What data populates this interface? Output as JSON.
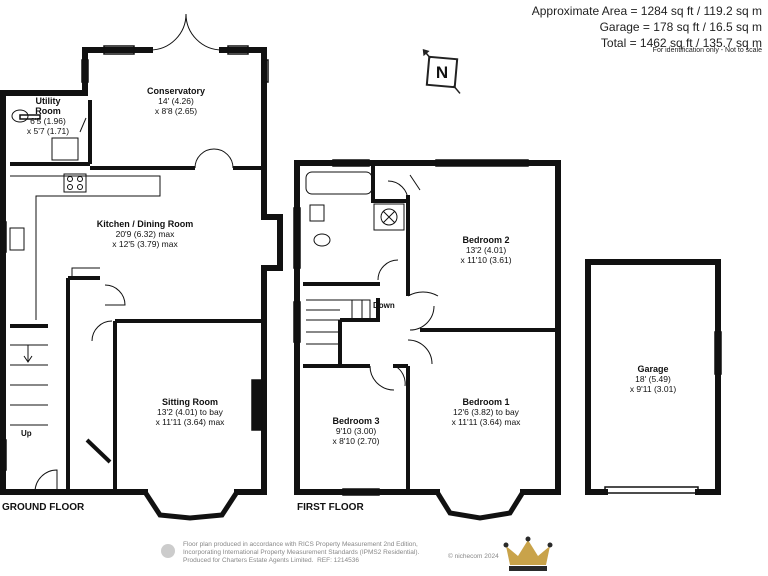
{
  "areas": {
    "approximate": "Approximate Area = 1284 sq ft / 119.2 sq m",
    "garage": "Garage = 178 sq ft / 16.5 sq m",
    "total": "Total = 1462 sq ft / 135.7 sq m",
    "note": "For identification only - Not to scale"
  },
  "compass": {
    "label": "N",
    "icon": "north-compass-icon"
  },
  "floors": {
    "ground": "GROUND FLOOR",
    "first": "FIRST FLOOR"
  },
  "rooms": {
    "utility": {
      "name1": "Utility",
      "name2": "Room",
      "dim1": "6'5 (1.96)",
      "dim2": "x 5'7 (1.71)"
    },
    "conservatory": {
      "name": "Conservatory",
      "dim1": "14' (4.26)",
      "dim2": "x 8'8 (2.65)"
    },
    "kitchen": {
      "name": "Kitchen / Dining Room",
      "dim1": "20'9 (6.32) max",
      "dim2": "x 12'5 (3.79) max"
    },
    "sitting": {
      "name": "Sitting Room",
      "dim1": "13'2 (4.01) to bay",
      "dim2": "x 11'11 (3.64) max"
    },
    "bedroom2": {
      "name": "Bedroom 2",
      "dim1": "13'2 (4.01)",
      "dim2": "x 11'10 (3.61)"
    },
    "bedroom1": {
      "name": "Bedroom 1",
      "dim1": "12'6 (3.82) to bay",
      "dim2": "x 11'11 (3.64) max"
    },
    "bedroom3": {
      "name": "Bedroom 3",
      "dim1": "9'10 (3.00)",
      "dim2": "x 8'10 (2.70)"
    },
    "garage": {
      "name": "Garage",
      "dim1": "18' (5.49)",
      "dim2": "x 9'11 (3.01)"
    }
  },
  "stairs": {
    "up": "Up",
    "down": "Down"
  },
  "footer": {
    "line1": "Floor plan produced in accordance with RICS Property Measurement 2nd Edition,",
    "line2": "Incorporating International Property Measurement Standards (IPMS2 Residential).",
    "line3": "Produced for Charters Estate Agents Limited.",
    "ref": "REF: 1214536",
    "copyright": "© nichecom 2024"
  }
}
